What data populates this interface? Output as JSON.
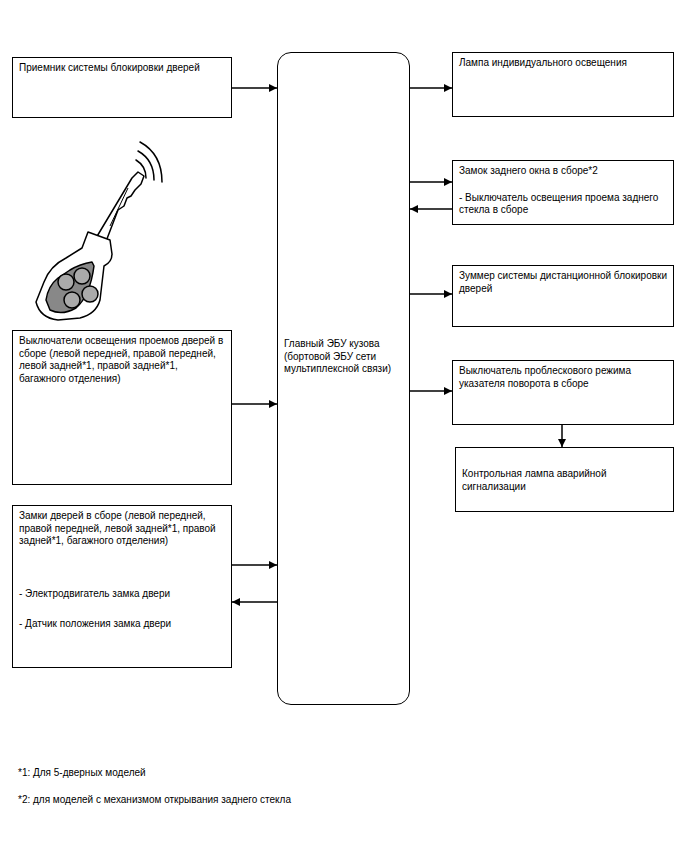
{
  "diagram": {
    "nodes": [
      {
        "text": [
          "Приемник системы блокировки дверей"
        ]
      },
      {
        "text": [
          "Главный ЭБУ кузова (бортовой ЭБУ сети мультиплексной связи)"
        ]
      },
      {
        "text": [
          "Лампа индивидуального освещения"
        ]
      },
      {
        "text": [
          "Замок заднего окна в сборе*2",
          "- Выключатель освещения проема заднего стекла в сборе"
        ]
      },
      {
        "text": [
          "Зуммер системы дистанционной блокировки дверей"
        ]
      },
      {
        "text": [
          "Выключатели освещения проемов дверей в сборе (левой передней, правой передней, левой задней*1, правой задней*1, багажного отделения)"
        ]
      },
      {
        "text": [
          "Выключатель проблескового режима указателя поворота в сборе"
        ]
      },
      {
        "text": [
          "Контрольная лампа аварийной сигнализации"
        ]
      },
      {
        "text": [
          "Замки дверей в сборе (левой передней, правой передней, левой задней*1, правой задней*1, багажного отделения)",
          "- Электродвигатель замка двери",
          "- Датчик положения замка двери"
        ]
      }
    ],
    "edges": [
      {
        "from": 0,
        "to": 1,
        "arrow": "to"
      },
      {
        "from": 1,
        "to": 2,
        "arrow": "to"
      },
      {
        "from": 1,
        "to": 3,
        "arrow": "to"
      },
      {
        "from": 3,
        "to": 1,
        "arrow": "to"
      },
      {
        "from": 1,
        "to": 4,
        "arrow": "to"
      },
      {
        "from": 5,
        "to": 1,
        "arrow": "to"
      },
      {
        "from": 1,
        "to": 6,
        "arrow": "to"
      },
      {
        "from": 6,
        "to": 7,
        "arrow": "to"
      },
      {
        "from": 8,
        "to": 1,
        "arrow": "to"
      },
      {
        "from": 1,
        "to": 8,
        "arrow": "to"
      }
    ],
    "labels": [
      "*1: Для 5-дверных моделей",
      "*2: для моделей с механизмом открывания заднего стекла"
    ]
  }
}
